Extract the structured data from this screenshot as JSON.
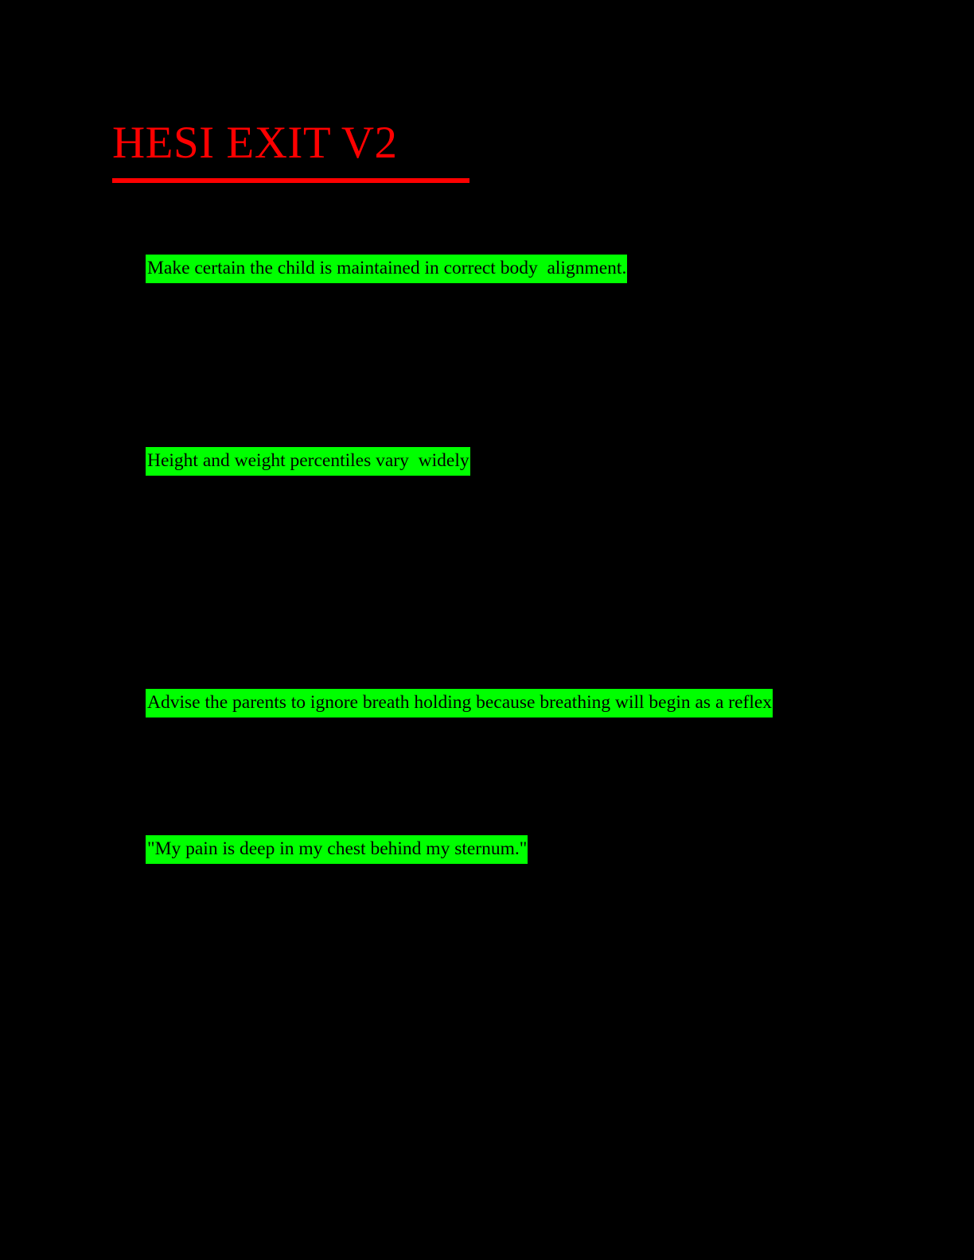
{
  "document": {
    "title": "HESI EXIT V2",
    "title_color": "#FF0000",
    "page_background": "#000000",
    "highlight_color": "#00FF00",
    "highlight_text_color": "#000000"
  },
  "highlighted_lines": [
    {
      "text": "Make certain the child is maintained in correct body  alignment."
    },
    {
      "text": "Height and weight percentiles vary  widely"
    },
    {
      "text": "Advise the parents to ignore breath holding because breathing will begin as a reflex"
    },
    {
      "text": "\"My pain is deep in my chest behind my sternum.\""
    }
  ]
}
